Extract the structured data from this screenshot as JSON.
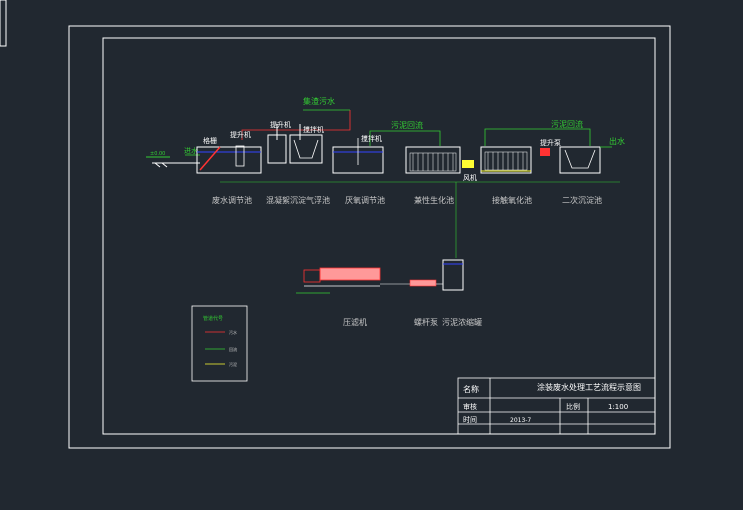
{
  "colors": {
    "background": "#212830",
    "frame": "#ffffff",
    "pipe_green": "#33cc33",
    "pipe_red": "#ff3333",
    "pipe_yellow": "#ffff33",
    "water_blue": "#3344ff",
    "label": "#c8c8c8"
  },
  "flow_labels": {
    "return_water": "集渣污水",
    "sludge_return_1": "污泥回流",
    "sludge_return_2": "污泥回流",
    "inlet": "进水",
    "outlet": "出水",
    "grating": "格栅",
    "pump_1": "提升机",
    "pump_2": "提升机",
    "mixer": "搅拌机",
    "mixer_2": "搅拌机",
    "blower": "风机",
    "pump_3": "提升泵",
    "level": "±0.00"
  },
  "units": [
    "废水调节池",
    "混凝絮沉淀气浮池",
    "厌氧调节池",
    "兼性生化池",
    "接触氧化池",
    "二次沉淀池"
  ],
  "sludge_units": [
    "压滤机",
    "螺杆泵",
    "污泥浓缩罐"
  ],
  "legend": {
    "title": "管道代号",
    "rows": [
      "污水",
      "回流",
      "污泥"
    ]
  },
  "title_block": {
    "name_label": "名称",
    "name_value": "涂装废水处理工艺流程示意图",
    "review_label": "审核",
    "scale_label": "比例",
    "scale_value": "1:100",
    "date_label": "时间",
    "date_value": "2013-7"
  }
}
